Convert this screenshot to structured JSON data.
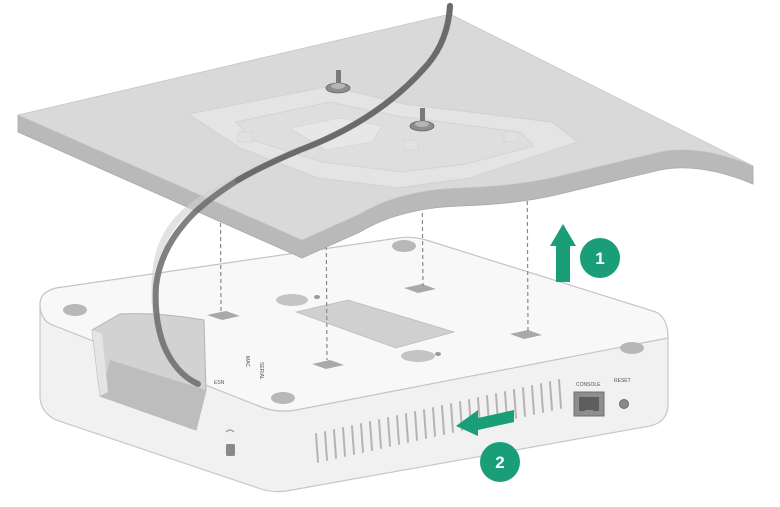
{
  "steps": [
    {
      "number": "1"
    },
    {
      "number": "2"
    }
  ],
  "ports": {
    "console": "CONSOLE",
    "reset": "RESET",
    "left_label_1": "MAC",
    "left_label_2": "SERIAL",
    "left_label_3": "ESN"
  },
  "colors": {
    "accent_green": "#1a9e78",
    "ceiling_top": "#dadada",
    "ceiling_edge": "#bcbcbc",
    "cable": "#6b6b6b",
    "device_body": "#f4f4f4"
  },
  "icons": [
    "up-arrow-icon",
    "left-arrow-icon",
    "lock-icon",
    "screw-icon"
  ]
}
